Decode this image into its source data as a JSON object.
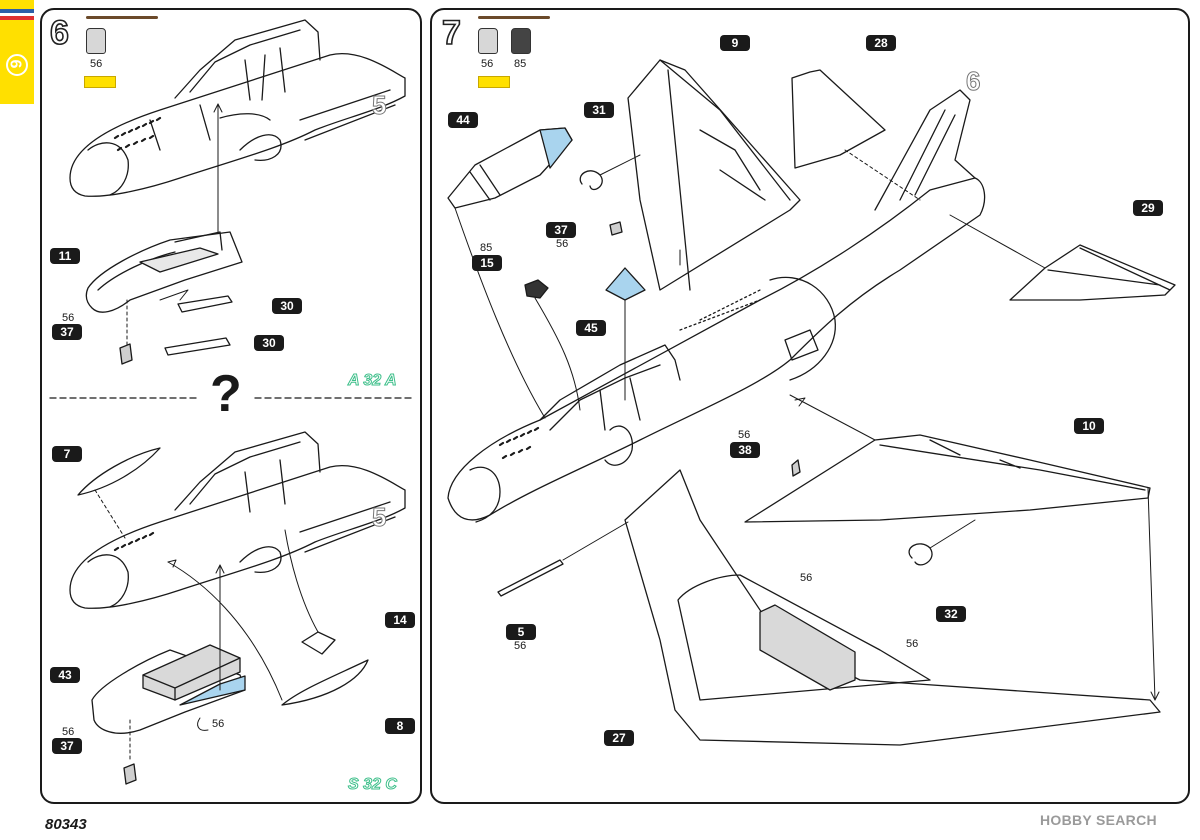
{
  "page": {
    "page_code": "80343",
    "watermark": "HOBBY SEARCH",
    "page_tab_number": "6"
  },
  "step6": {
    "number": "6",
    "paints": [
      "56"
    ],
    "part_tags": [
      "11",
      "30",
      "30",
      "37",
      "7",
      "14",
      "8",
      "43",
      "37"
    ],
    "annotations": [
      "5",
      "56",
      "5",
      "56",
      "56"
    ],
    "divider_symbol": "?",
    "variant_a": "A 32 A",
    "variant_b": "S 32 C"
  },
  "step7": {
    "number": "7",
    "paints": [
      "56",
      "85"
    ],
    "part_tags": [
      "44",
      "31",
      "9",
      "28",
      "37",
      "15",
      "45",
      "29",
      "38",
      "10",
      "5",
      "32",
      "27"
    ],
    "annotations": [
      "6",
      "56",
      "85",
      "56",
      "56",
      "56",
      "56"
    ]
  },
  "colors": {
    "tab_yellow": "#ffe000",
    "flag_blue": "#2c5fa8",
    "flag_red": "#e03030",
    "canopy_blue": "#a9d4ee",
    "variant_green": "#3dbf8a",
    "grey_part": "#d9d9d9"
  }
}
